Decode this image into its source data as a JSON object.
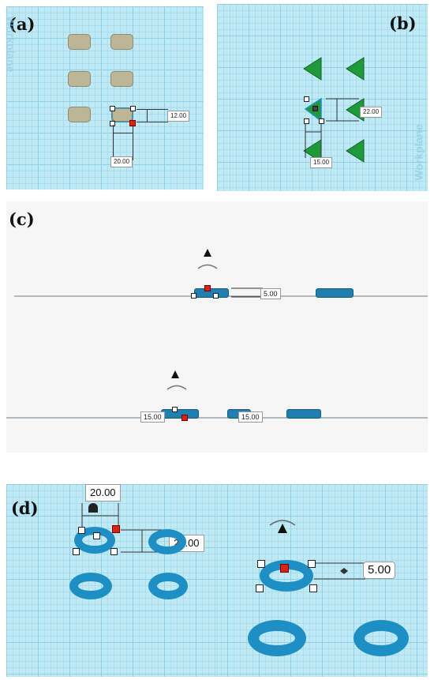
{
  "panels": {
    "a": {
      "label": "(a)",
      "workplane_label": "Workplane",
      "width_value": "20.00",
      "depth_value": "12.00"
    },
    "b": {
      "label": "(b)",
      "workplane_label": "Workplane",
      "depth_value": "22.00",
      "width_value": "15.00"
    },
    "c": {
      "label": "(c)",
      "top_height_value": "5.00",
      "bottom_left_value": "15.00",
      "bottom_right_value": "15.00"
    },
    "d": {
      "label": "(d)",
      "left_width_value": "20.00",
      "left_depth_value": "20.00",
      "right_height_value": "5.00"
    }
  },
  "colors": {
    "grid": "#bfe9f5",
    "shape_gray": "#bcb697",
    "shape_green": "#1f9a3a",
    "shape_blue": "#1e8fc4",
    "handle_red": "#e02010"
  },
  "icons": [
    "cone-icon",
    "rotate-arrow-icon",
    "resize-handle-icon"
  ]
}
